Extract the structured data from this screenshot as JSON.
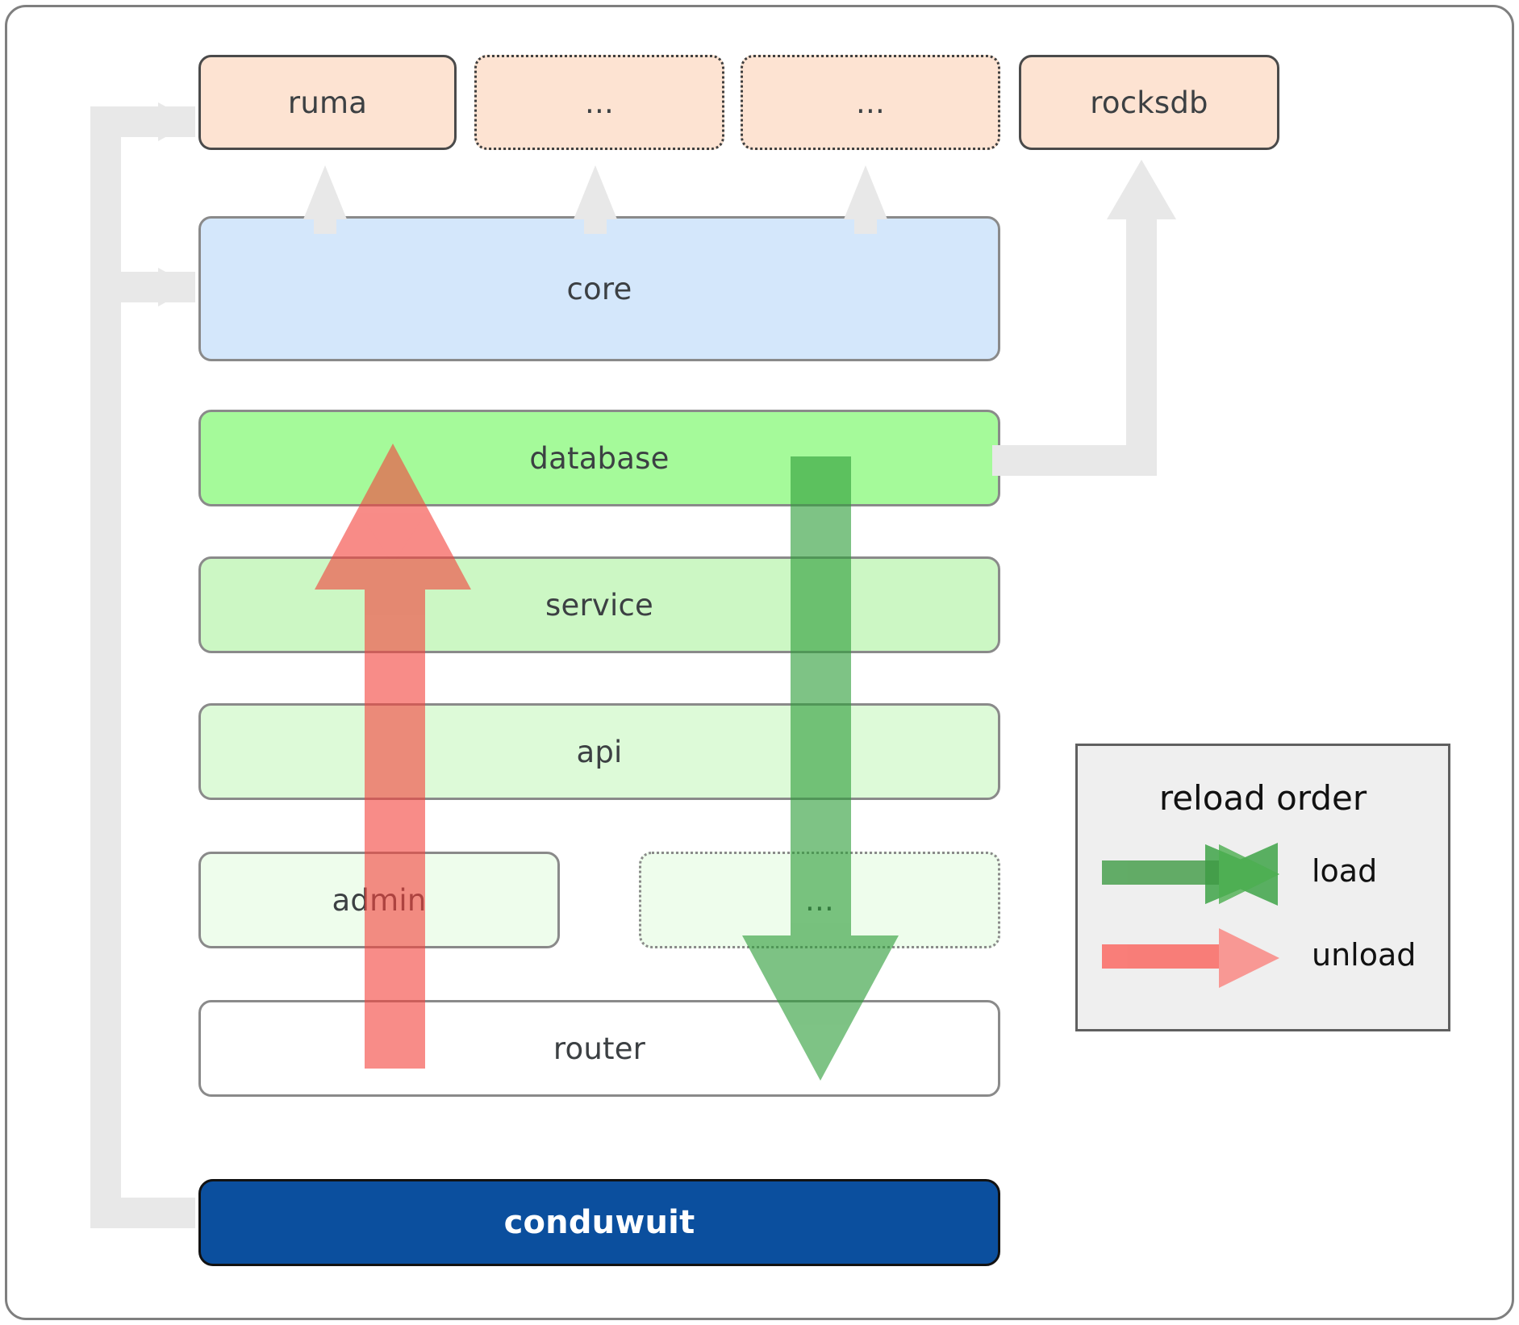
{
  "diagram": {
    "title": "conduwuit crate layer / reload order diagram",
    "colors": {
      "dependency_fill": "#fde3d2",
      "core_fill": "#d4e7fb",
      "database_fill": "#a5fa9a",
      "service_fill": "#ccf7c4",
      "api_fill": "#ddfad8",
      "admin_fill": "#eefdec",
      "router_fill": "#ffffff",
      "conduwuit_fill": "#0b4f9e",
      "load_arrow": "#4caf50",
      "unload_arrow": "#fa7a7a",
      "link_arrow": "#e8e8e8",
      "border_gray": "#8a8a8a",
      "border_dark": "#4a4a4a",
      "legend_bg": "#efefef"
    },
    "dependencies": [
      {
        "label": "ruma",
        "style": "solid"
      },
      {
        "label": "...",
        "style": "dotted"
      },
      {
        "label": "...",
        "style": "dotted"
      },
      {
        "label": "rocksdb",
        "style": "solid"
      }
    ],
    "core": {
      "label": "core"
    },
    "layers": [
      {
        "label": "database",
        "style": "solid"
      },
      {
        "label": "service",
        "style": "solid"
      },
      {
        "label": "api",
        "style": "solid"
      }
    ],
    "bottom_layers": [
      {
        "label": "admin",
        "style": "solid"
      },
      {
        "label": "...",
        "style": "dotted"
      }
    ],
    "router": {
      "label": "router",
      "style": "solid"
    },
    "app": {
      "label": "conduwuit"
    },
    "legend": {
      "title": "reload order",
      "items": [
        {
          "label": "load",
          "color": "#4caf50"
        },
        {
          "label": "unload",
          "color": "#fa7a7a"
        }
      ]
    }
  }
}
